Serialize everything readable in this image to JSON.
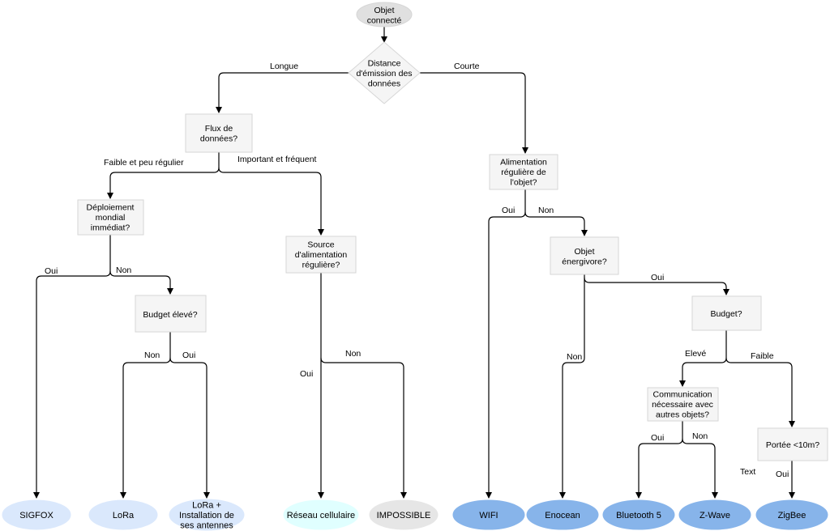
{
  "colors": {
    "box_fill": "#f5f5f5",
    "box_stroke": "#d6d6d6",
    "start_fill": "#e0e0e0",
    "leaf_light": "#dae8fc",
    "leaf_dark": "#87b4ea",
    "leaf_cyan": "#e0ffff",
    "leaf_grey": "#e6e6e6",
    "impossible_text": "#e02020",
    "edge": "#000000"
  },
  "nodes": {
    "start": [
      "Objet",
      "connecté"
    ],
    "distance": [
      "Distance",
      "d'émission des",
      "données"
    ],
    "flux": [
      "Flux de",
      "données?"
    ],
    "alimentation": [
      "Alimentation",
      "régulière de",
      "l'objet?"
    ],
    "deploiement": [
      "Déploiement",
      "mondial",
      "immédiat?"
    ],
    "source": [
      "Source",
      "d'alimentation",
      "régulière?"
    ],
    "budget_eleve": [
      "Budget élevé?"
    ],
    "energivore": [
      "Objet",
      "énergivore?"
    ],
    "budget": [
      "Budget?"
    ],
    "communication": [
      "Communication",
      "nécessaire avec",
      "autres objets?"
    ],
    "portee": [
      "Portée <10m?"
    ]
  },
  "leaves": {
    "sigfox": [
      "SIGFOX"
    ],
    "lora": [
      "LoRa"
    ],
    "lora_antennes": [
      "LoRa +",
      "Installation de",
      "ses antennes"
    ],
    "cellulaire": [
      "Réseau cellulaire"
    ],
    "impossible": [
      "IMPOSSIBLE"
    ],
    "wifi": [
      "WIFI"
    ],
    "enocean": [
      "Enocean"
    ],
    "bluetooth": [
      "Bluetooth 5"
    ],
    "zwave": [
      "Z-Wave"
    ],
    "zigbee": [
      "ZigBee"
    ]
  },
  "edge_labels": {
    "longue": "Longue",
    "courte": "Courte",
    "faible_peu": "Faible et peu régulier",
    "important": "Important et fréquent",
    "oui_deploiement": "Oui",
    "non_deploiement": "Non",
    "non_budget_eleve": "Non",
    "oui_budget_eleve": "Oui",
    "oui_source": "Oui",
    "non_source": "Non",
    "oui_alimentation": "Oui",
    "non_alimentation": "Non",
    "oui_energivore": "Oui",
    "non_energivore": "Non",
    "eleve": "Elevé",
    "faible": "Faible",
    "oui_communication": "Oui",
    "non_communication": "Non",
    "oui_portee": "Oui",
    "text_note": "Text"
  }
}
